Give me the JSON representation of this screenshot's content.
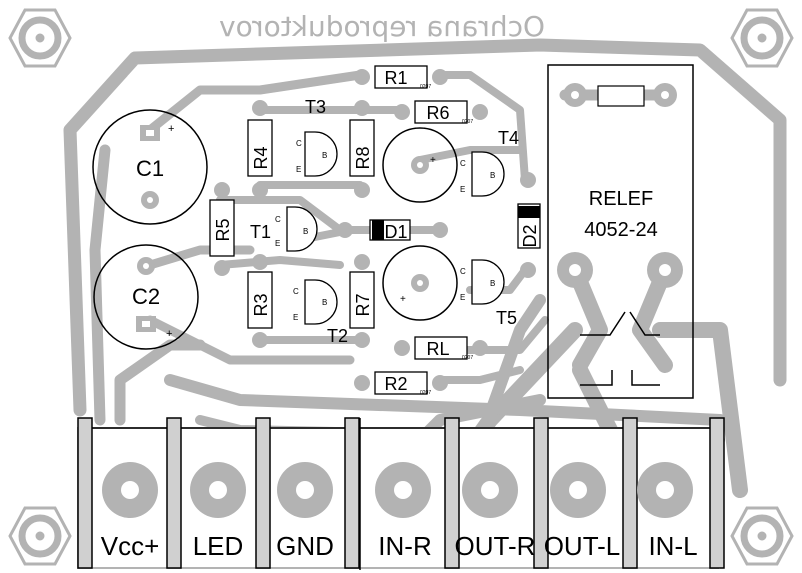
{
  "board": {
    "title": "Ochrana reproduktorov",
    "relay": {
      "name": "RELEF",
      "part": "4052-24"
    },
    "colors": {
      "trace": "#b3b3b3",
      "outline": "#000000",
      "background": "#ffffff"
    }
  },
  "components": {
    "R1": "R1",
    "R2": "R2",
    "R3": "R3",
    "R4": "R4",
    "R5": "R5",
    "R6": "R6",
    "R7": "R7",
    "R8": "R8",
    "RL": "RL",
    "C1": "C1",
    "C2": "C2",
    "T1": "T1",
    "T2": "T2",
    "T3": "T3",
    "T4": "T4",
    "T5": "T5",
    "D1": "D1",
    "D2": "D2",
    "size_code": "0207",
    "pin_e": "E",
    "pin_c": "C",
    "pin_b": "B",
    "plus": "+"
  },
  "connectors": [
    "Vcc+",
    "LED",
    "GND",
    "IN-R",
    "OUT-R",
    "OUT-L",
    "IN-L"
  ]
}
